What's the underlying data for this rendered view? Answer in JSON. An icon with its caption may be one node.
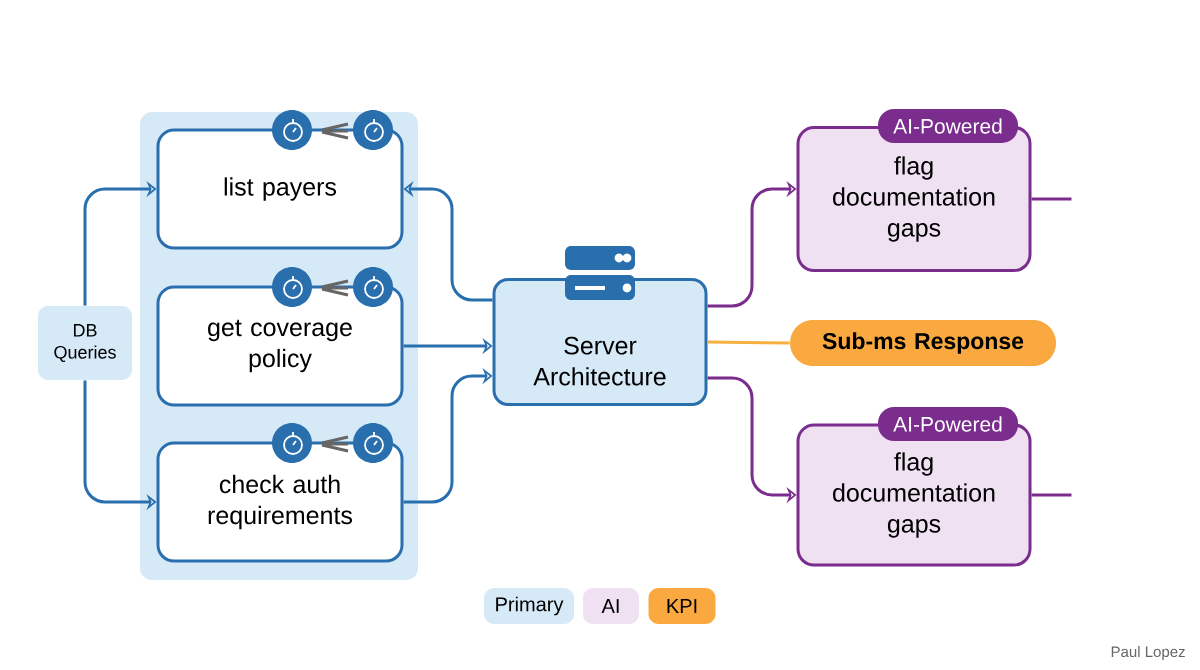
{
  "diagram": {
    "nodes": [
      {
        "text": [
          "DB Queries"
        ]
      },
      {
        "text": [],
        "shape": "box"
      },
      {
        "text": [
          "list payers"
        ],
        "in": 1
      },
      {
        "text": [
          "get coverage policy"
        ],
        "in": 1
      },
      {
        "text": [
          "check auth requirements"
        ],
        "in": 1
      },
      {
        "text": [
          "Server Architecture"
        ]
      },
      {
        "text": [
          "AI-Powered",
          "flag documentation gaps"
        ]
      },
      {
        "text": [
          "Sub-ms Response"
        ]
      },
      {
        "text": [
          "AI-Powered",
          "flag documentation gaps"
        ]
      }
    ],
    "edges": [
      {
        "from": 0,
        "to": 2,
        "arrow": "to"
      },
      {
        "from": 0,
        "to": 4,
        "arrow": "to"
      },
      {
        "from": 5,
        "to": 2,
        "arrow": "to"
      },
      {
        "from": 3,
        "to": 5,
        "arrow": "to"
      },
      {
        "from": 4,
        "to": 5,
        "arrow": "to"
      },
      {
        "from": 5,
        "to": 6,
        "arrow": "to",
        "color": "#7b2d8e"
      },
      {
        "from": 5,
        "to": 7,
        "arrow": "none",
        "color": "#f5b041"
      },
      {
        "from": 5,
        "to": 8,
        "arrow": "to",
        "color": "#7b2d8e"
      },
      {
        "from": 6,
        "to": null,
        "arrow": "none",
        "color": "#7b2d8e"
      },
      {
        "from": 8,
        "to": null,
        "arrow": "none",
        "color": "#7b2d8e"
      }
    ],
    "labels": [
      "Paul Lopez"
    ],
    "legend": [
      {
        "text": "Primary",
        "color": "#d6e9f7"
      },
      {
        "text": "AI",
        "color": "#efe0f2"
      },
      {
        "text": "KPI",
        "color": "#f9a940"
      }
    ]
  }
}
